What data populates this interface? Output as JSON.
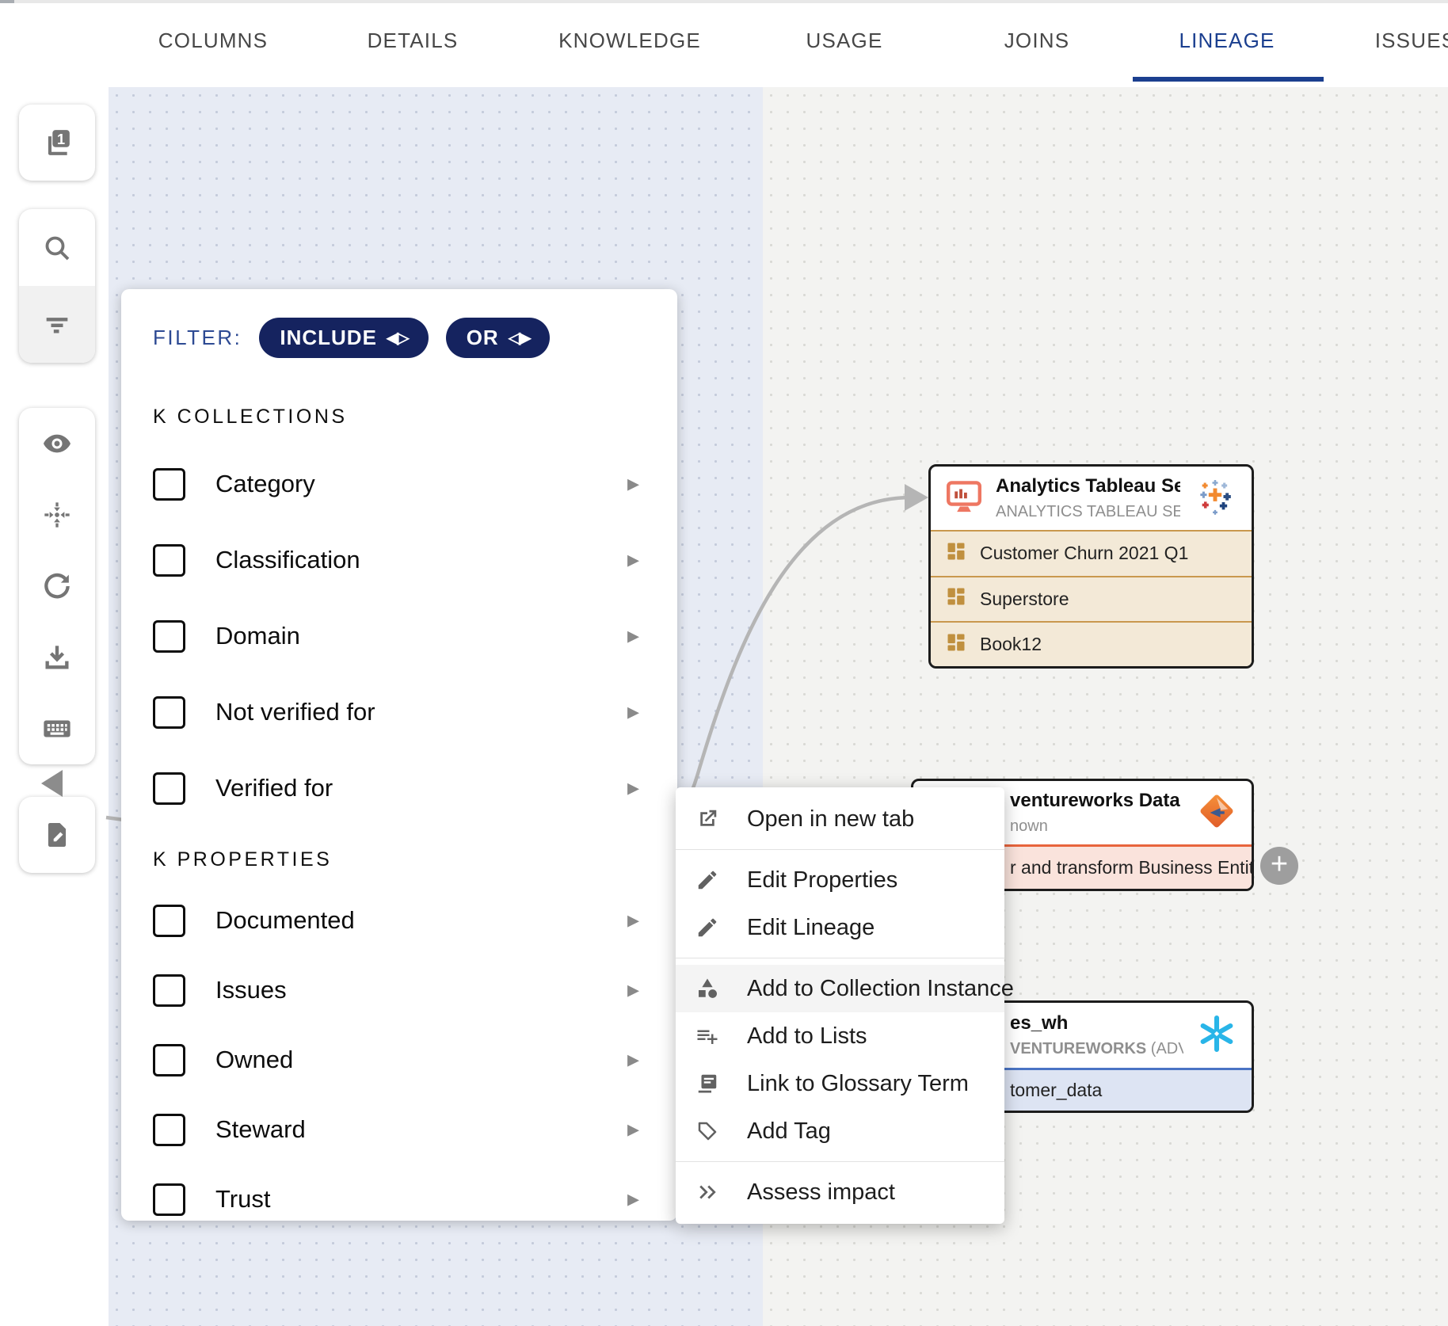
{
  "tabs": {
    "items": [
      {
        "label": "COLUMNS",
        "active": false
      },
      {
        "label": "DETAILS",
        "active": false
      },
      {
        "label": "KNOWLEDGE",
        "active": false
      },
      {
        "label": "USAGE",
        "active": false
      },
      {
        "label": "JOINS",
        "active": false
      },
      {
        "label": "LINEAGE",
        "active": true
      },
      {
        "label": "ISSUES",
        "active": false
      }
    ]
  },
  "toolbar": {
    "page_icon_digit": "1",
    "buttons": [
      "page-one",
      "search",
      "filter-list",
      "visibility",
      "center-focus",
      "refresh",
      "download",
      "keyboard",
      "edit-document"
    ]
  },
  "filter_panel": {
    "label": "FILTER:",
    "pills": [
      {
        "label": "INCLUDE",
        "arrows": "◀▷"
      },
      {
        "label": "OR",
        "arrows": "◁▶"
      }
    ],
    "sections": [
      {
        "title": "K COLLECTIONS",
        "items": [
          "Category",
          "Classification",
          "Domain",
          "Not verified for",
          "Verified for"
        ]
      },
      {
        "title": "K PROPERTIES",
        "items": [
          "Documented",
          "Issues",
          "Owned",
          "Steward",
          "Trust"
        ]
      }
    ]
  },
  "context_menu": {
    "items": [
      "Open in new tab",
      "Edit Properties",
      "Edit Lineage",
      "Add to Collection Instance",
      "Add to Lists",
      "Link to Glossary Term",
      "Add Tag",
      "Assess impact"
    ]
  },
  "lineage": {
    "nodes": [
      {
        "title": "Analytics Tableau Server",
        "subtitle": "ANALYTICS TABLEAU SERVER",
        "items": [
          "Customer Churn 2021 Q1",
          "Superstore",
          "Book12"
        ]
      },
      {
        "title": "ventureworks Data Cleansi…",
        "subtitle": "nown",
        "items": [
          "r and transform Business Entiti…"
        ]
      },
      {
        "title": "es_wh",
        "subtitle_bold": "VENTUREWORKS",
        "subtitle_rest": " (ADVENT…",
        "items": [
          "tomer_data"
        ]
      }
    ],
    "plus_label": "+"
  },
  "icons": {
    "chevron_right": "▸"
  },
  "colors": {
    "active_tab": "#1b3f8f",
    "pill_bg": "#15235f",
    "tableau_accent": "#c9984e",
    "tableau_row_bg": "#f3e9d7",
    "informatica_accent": "#e8643c",
    "informatica_row_bg": "#fae3dc",
    "snowflake_accent": "#4a74c4",
    "snowflake_row_bg": "#dde4f3",
    "edge": "#b5b5b5",
    "canvas_left": "#e7ebf4",
    "canvas_right": "#f3f3f1"
  }
}
